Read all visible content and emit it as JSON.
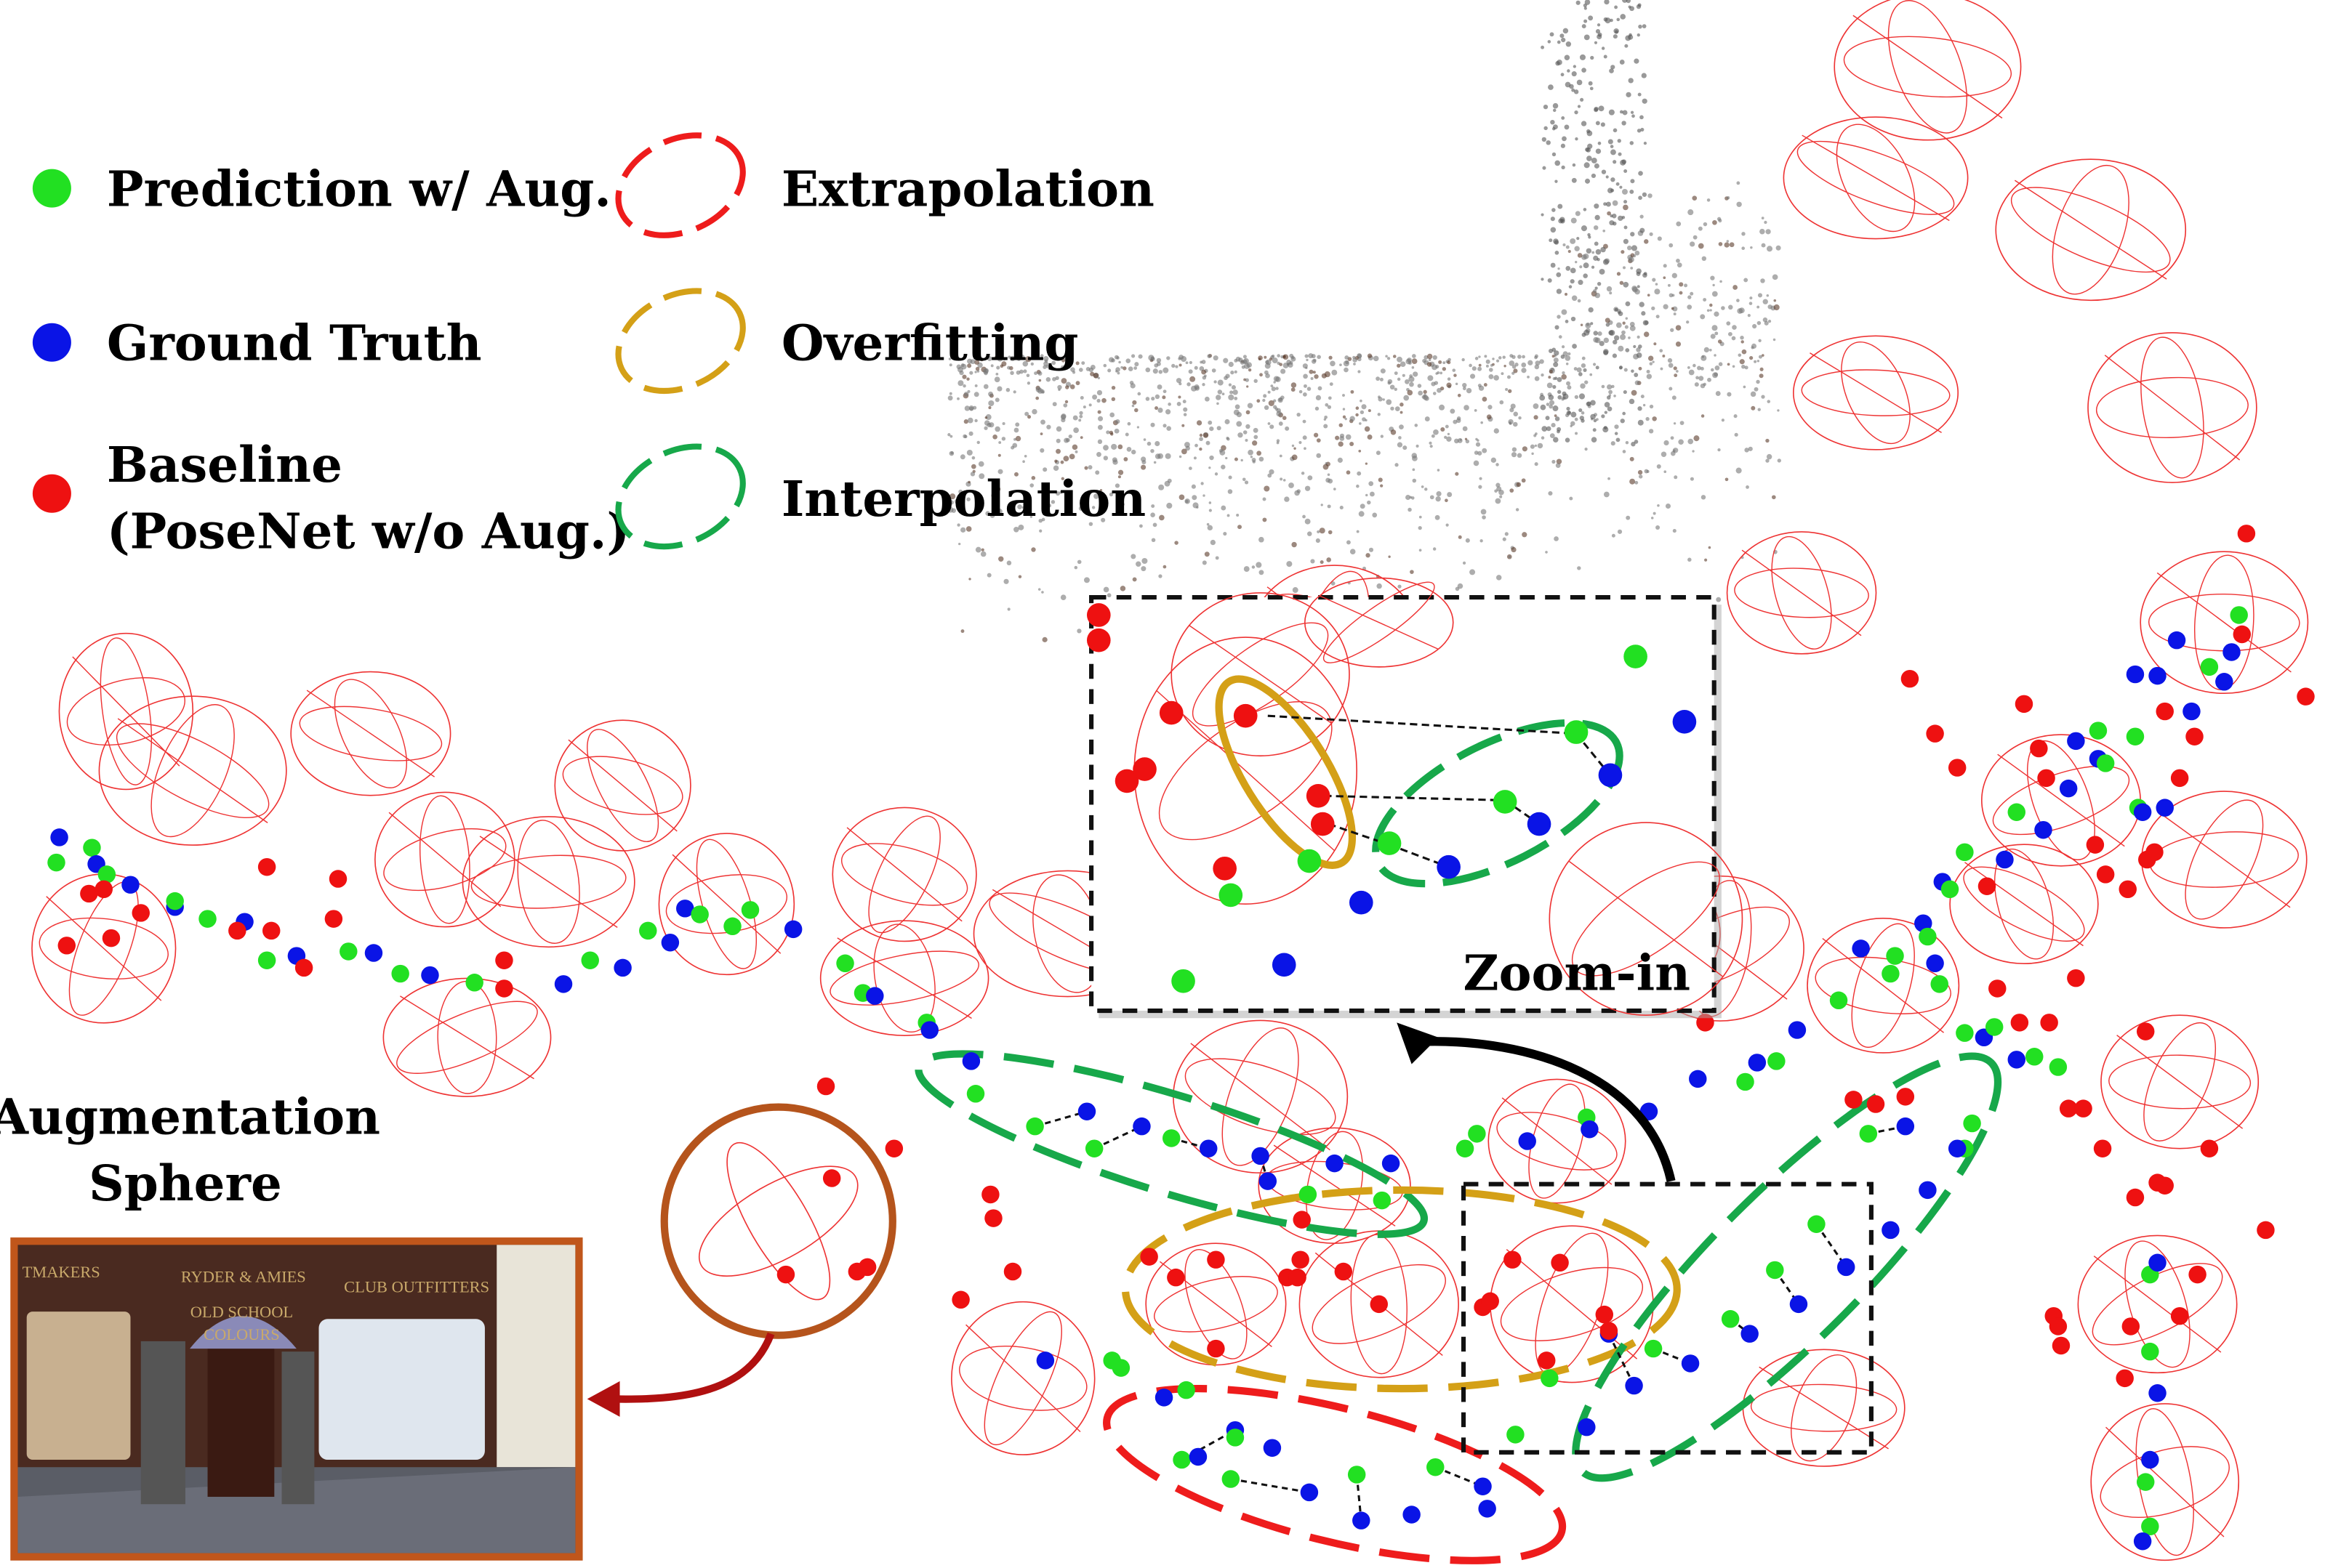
{
  "legend": {
    "points": [
      {
        "label": "Prediction w/ Aug.",
        "color": "#22e022"
      },
      {
        "label": "Ground Truth",
        "color": "#0a14e6"
      },
      {
        "label": "Baseline",
        "label2": "(PoseNet w/o Aug.)",
        "color": "#ee1111"
      }
    ],
    "regions": [
      {
        "label": "Extrapolation",
        "color": "#ee1c1c"
      },
      {
        "label": "Overfitting",
        "color": "#d4a017"
      },
      {
        "label": "Interpolation",
        "color": "#17a84a"
      }
    ]
  },
  "zoom_label": "Zoom-in",
  "augmentation_label": {
    "line1": "Augmentation",
    "line2": "Sphere"
  },
  "photo_signs": [
    "TMAKERS",
    "RYDER & AMIES",
    "CLUB OUTFITTERS",
    "OLD SCHOOL",
    "COLOURS"
  ],
  "colors": {
    "sphere": "#ee3333",
    "sphere_highlight": "#b5541c",
    "photo_border": "#c0561b",
    "arrow_red": "#b01010"
  }
}
